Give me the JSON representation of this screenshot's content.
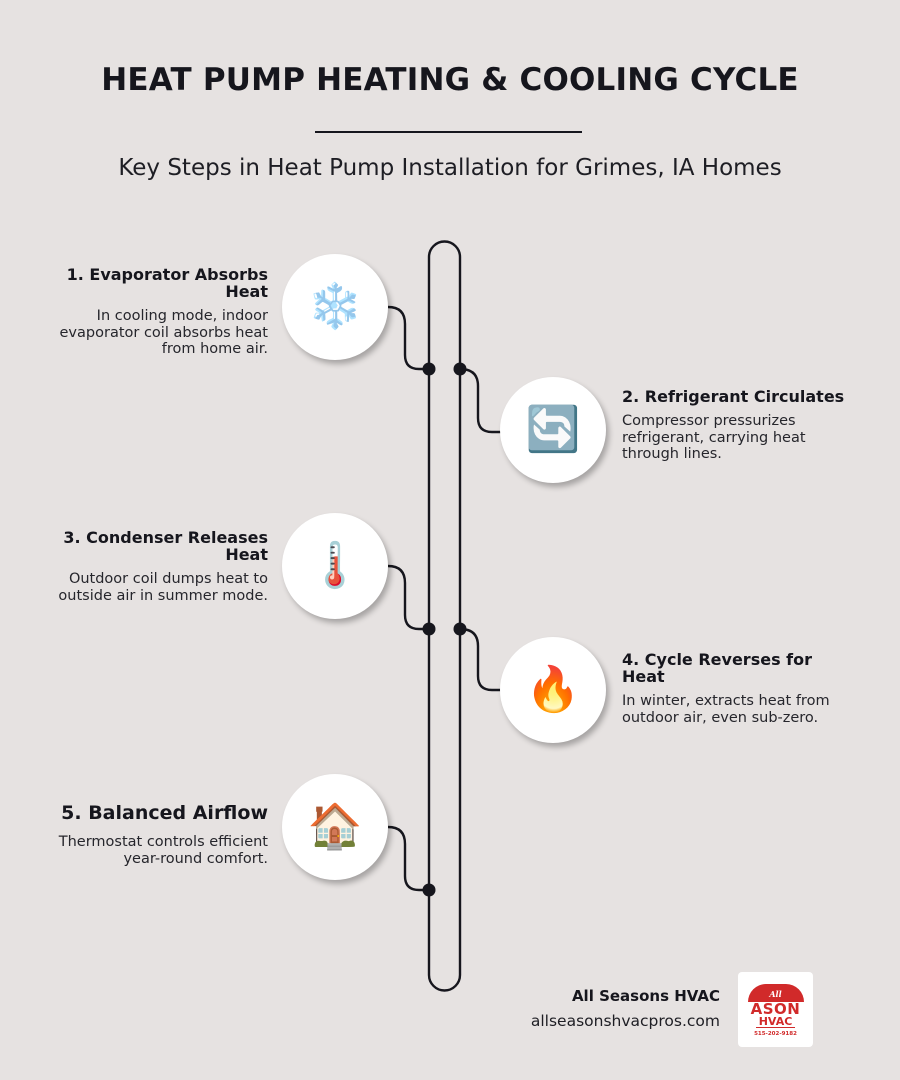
{
  "header": {
    "title": "HEAT PUMP HEATING & COOLING CYCLE",
    "subtitle": "Key Steps in Heat Pump Installation for Grimes, IA Homes"
  },
  "steps": [
    {
      "title": "1. Evaporator Absorbs Heat",
      "description": "In cooling mode, indoor evaporator coil absorbs heat from home air.",
      "icon": "snowflake-icon",
      "glyph": "❄️",
      "side": "left"
    },
    {
      "title": "2. Refrigerant Circulates",
      "description": "Compressor pressurizes refrigerant, carrying heat through lines.",
      "icon": "cycle-arrows-icon",
      "glyph": "🔄",
      "side": "right"
    },
    {
      "title": "3. Condenser Releases Heat",
      "description": "Outdoor coil dumps heat to outside air in summer mode.",
      "icon": "thermometer-icon",
      "glyph": "🌡️",
      "side": "left"
    },
    {
      "title": "4. Cycle Reverses for Heat",
      "description": "In winter, extracts heat from outdoor air, even sub-zero.",
      "icon": "fire-icon",
      "glyph": "🔥",
      "side": "right"
    },
    {
      "title": "5. Balanced Airflow",
      "description": "Thermostat controls efficient year-round comfort.",
      "icon": "house-icon",
      "glyph": "🏠",
      "side": "left"
    }
  ],
  "footer": {
    "company": "All Seasons HVAC",
    "url": "allseasonshvacpros.com",
    "logo": {
      "top_text": "All",
      "main_text": "ASON",
      "sub_text": "HVAC",
      "phone": "515-202-9182"
    }
  },
  "colors": {
    "background": "#e6e2e1",
    "ink": "#16161d",
    "circle": "#ffffff",
    "logo_red": "#d12a2a"
  }
}
